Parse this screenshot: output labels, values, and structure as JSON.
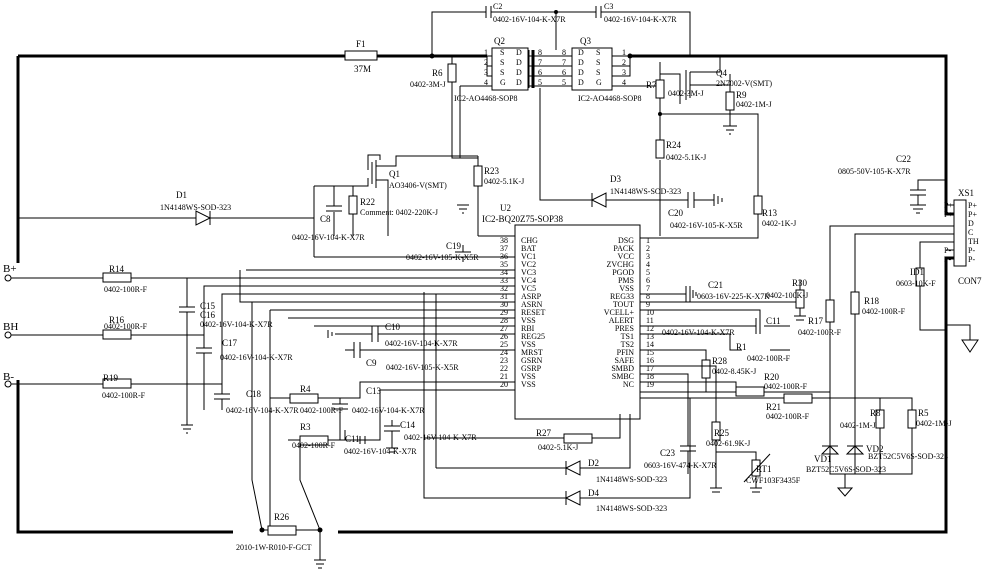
{
  "ic": {
    "ref": "U2",
    "part": "IC2-BQ20Z75-SOP38",
    "left_pins": [
      {
        "num": "38",
        "name": "CHG"
      },
      {
        "num": "37",
        "name": "BAT"
      },
      {
        "num": "36",
        "name": "VC1"
      },
      {
        "num": "35",
        "name": "VC2"
      },
      {
        "num": "34",
        "name": "VC3"
      },
      {
        "num": "33",
        "name": "VC4"
      },
      {
        "num": "32",
        "name": "VC5"
      },
      {
        "num": "31",
        "name": "ASRP"
      },
      {
        "num": "30",
        "name": "ASRN"
      },
      {
        "num": "29",
        "name": "RESET"
      },
      {
        "num": "28",
        "name": "VSS"
      },
      {
        "num": "27",
        "name": "RBI"
      },
      {
        "num": "26",
        "name": "REG25"
      },
      {
        "num": "25",
        "name": "VSS"
      },
      {
        "num": "24",
        "name": "MRST"
      },
      {
        "num": "23",
        "name": "GSRN"
      },
      {
        "num": "22",
        "name": "GSRP"
      },
      {
        "num": "21",
        "name": "VSS"
      },
      {
        "num": "20",
        "name": "VSS"
      }
    ],
    "right_pins": [
      {
        "num": "1",
        "name": "DSG"
      },
      {
        "num": "2",
        "name": "PACK"
      },
      {
        "num": "3",
        "name": "VCC"
      },
      {
        "num": "4",
        "name": "ZVCHG"
      },
      {
        "num": "5",
        "name": "PGOD"
      },
      {
        "num": "6",
        "name": "PMS"
      },
      {
        "num": "7",
        "name": "VSS"
      },
      {
        "num": "8",
        "name": "REG33"
      },
      {
        "num": "9",
        "name": "TOUT"
      },
      {
        "num": "10",
        "name": "VCELL+"
      },
      {
        "num": "11",
        "name": "ALERT"
      },
      {
        "num": "12",
        "name": "PRES"
      },
      {
        "num": "13",
        "name": "TS1"
      },
      {
        "num": "14",
        "name": "TS2"
      },
      {
        "num": "15",
        "name": "PFIN"
      },
      {
        "num": "16",
        "name": "SAFE"
      },
      {
        "num": "17",
        "name": "SMBD"
      },
      {
        "num": "18",
        "name": "SMBC"
      },
      {
        "num": "19",
        "name": "NC"
      }
    ]
  },
  "mosfets": {
    "q2": {
      "ref": "Q2",
      "part": "IC2-AO4468-SOP8",
      "left_pins": [
        "1",
        "2",
        "3",
        "4"
      ],
      "left_names": [
        "S",
        "S",
        "S",
        "G"
      ],
      "right_pins": [
        "8",
        "7",
        "6",
        "5"
      ],
      "right_names": [
        "D",
        "D",
        "D",
        "D"
      ]
    },
    "q3": {
      "ref": "Q3",
      "part": "IC2-AO4468-SOP8",
      "left_pins": [
        "8",
        "7",
        "6",
        "5"
      ],
      "left_names": [
        "D",
        "D",
        "D",
        "D"
      ],
      "right_pins": [
        "1",
        "2",
        "3",
        "4"
      ],
      "right_names": [
        "S",
        "S",
        "S",
        "G"
      ]
    },
    "q1": {
      "ref": "Q1",
      "part": "AO3406-V(SMT)"
    },
    "q4": {
      "ref": "Q4",
      "part": "2N7002-V(SMT)"
    }
  },
  "connector": {
    "ref": "XS1",
    "name": "CON7",
    "pins": [
      "P+",
      "P+",
      "D",
      "C",
      "TH",
      "P-",
      "P-"
    ]
  },
  "ports": {
    "bplus": "B+",
    "bh": "BH",
    "bminus": "B-"
  },
  "labels": {
    "f1_ref": "F1",
    "f1_val": "37M",
    "c2_ref": "C2",
    "c2_val": "0402-16V-104-K-X7R",
    "c3_ref": "C3",
    "c3_val": "0402-16V-104-K-X7R",
    "r6_ref": "R6",
    "r6_val": "0402-3M-J",
    "r7_ref": "R7",
    "r7_val": "0402-3M-J",
    "r9_ref": "R9",
    "r9_val": "0402-1M-J",
    "r22_ref": "R22",
    "r22_val": "Comment: 0402-220K-J",
    "c8_ref": "C8",
    "c8_val": "0402-16V-104-K-X7R",
    "r23_ref": "R23",
    "r23_val": "0402-5.1K-J",
    "r24_ref": "R24",
    "r24_val": "0402-5.1K-J",
    "d1_ref": "D1",
    "d1_val": "1N4148WS-SOD-323",
    "d3_ref": "D3",
    "d3_val": "1N4148WS-SOD-323",
    "c20_ref": "C20",
    "c20_val": "0402-16V-105-K-X5R",
    "r13_ref": "R13",
    "r13_val": "0402-1K-J",
    "c22_ref": "C22",
    "c22_val": "0805-50V-105-K-X7R",
    "c19_ref": "C19",
    "c19_val": "0402-16V-105-K-X5R",
    "r14_ref": "R14",
    "r14_val": "0402-100R-F",
    "c15_ref": "C15",
    "c15_val": "0402-16V-104-K-X7R",
    "r16_ref": "R16",
    "r16_val": "0402-100R-F",
    "c16_ref": "C16",
    "c17_ref": "C17",
    "c17_val": "0402-16V-104-K-X7R",
    "r19_ref": "R19",
    "r19_val": "0402-100R-F",
    "c18_ref": "C18",
    "c18_val": "0402-16V-104-K-X7R",
    "c10_ref": "C10",
    "c10_val": "0402-16V-104-K-X7R",
    "c9_ref": "C9",
    "c9_val": "0402-16V-105-K-X5R",
    "r4_ref": "R4",
    "r4_val": "0402-100R-F",
    "r3_ref": "R3",
    "r3_val": "0402-100R-F",
    "c13_ref": "C13",
    "c13_val": "0402-16V-104-K-X7R",
    "c14_ref": "C14",
    "c14_val": "0402-16V-104-K-X7R",
    "c11a_ref": "C11",
    "c11a_val": "0402-16V-104-K-X7R",
    "r26_ref": "R26",
    "r26_val": "2010-1W-R010-F-GCT",
    "c21_ref": "C21",
    "c21_val": "0603-16V-225-K-X7R",
    "r30_ref": "R30",
    "r30_val": "0402-100K-J",
    "c11b_ref": "C11",
    "c11b_val": "0402-16V-104-K-X7R",
    "r1_ref": "R1",
    "r1_val": "0402-100R-F",
    "r28_ref": "R28",
    "r28_val": "0402-8.45K-J",
    "r20_ref": "R20",
    "r20_val": "0402-100R-F",
    "r21_ref": "R21",
    "r21_val": "0402-100R-F",
    "r27_ref": "R27",
    "r27_val": "0402-5.1K-J",
    "d2_ref": "D2",
    "d2_val": "1N4148WS-SOD-323",
    "d4_ref": "D4",
    "d4_val": "1N4148WS-SOD-323",
    "c23_ref": "C23",
    "c23_val": "0603-16V-474-K-X7R",
    "r25_ref": "R25",
    "r25_val": "0402-61.9K-J",
    "rt1_ref": "RT1",
    "rt1_val": "CWF103F3435F",
    "id1_ref": "ID1",
    "id1_val": "0603-10K-F",
    "r17_ref": "R17",
    "r17_val": "0402-100R-F",
    "r18_ref": "R18",
    "r18_val": "0402-100R-F",
    "r8_ref": "R8",
    "r8_val": "0402-1M-J",
    "r5_ref": "R5",
    "r5_val": "0402-1M-J",
    "vd1_ref": "VD1",
    "vd1_val": "BZT52C5V6S-SOD-323",
    "vd2_ref": "VD2",
    "vd2_val": "BZT52C5V6S-SOD-323"
  }
}
